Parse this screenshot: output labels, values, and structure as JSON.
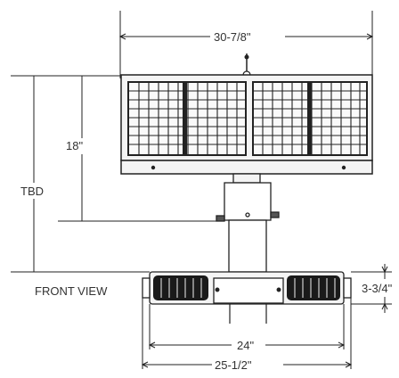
{
  "dimensions": {
    "overall_width": "30-7/8\"",
    "panel_height": "18\"",
    "total_height": "TBD",
    "bracket_depth": "3-3/4\"",
    "mount_width_inner": "24\"",
    "mount_width_outer": "25-1/2\""
  },
  "labels": {
    "view_name": "FRONT VIEW"
  },
  "colors": {
    "line": "#222222",
    "frame": "#f2f2f2",
    "dark": "#1a1a1a"
  }
}
